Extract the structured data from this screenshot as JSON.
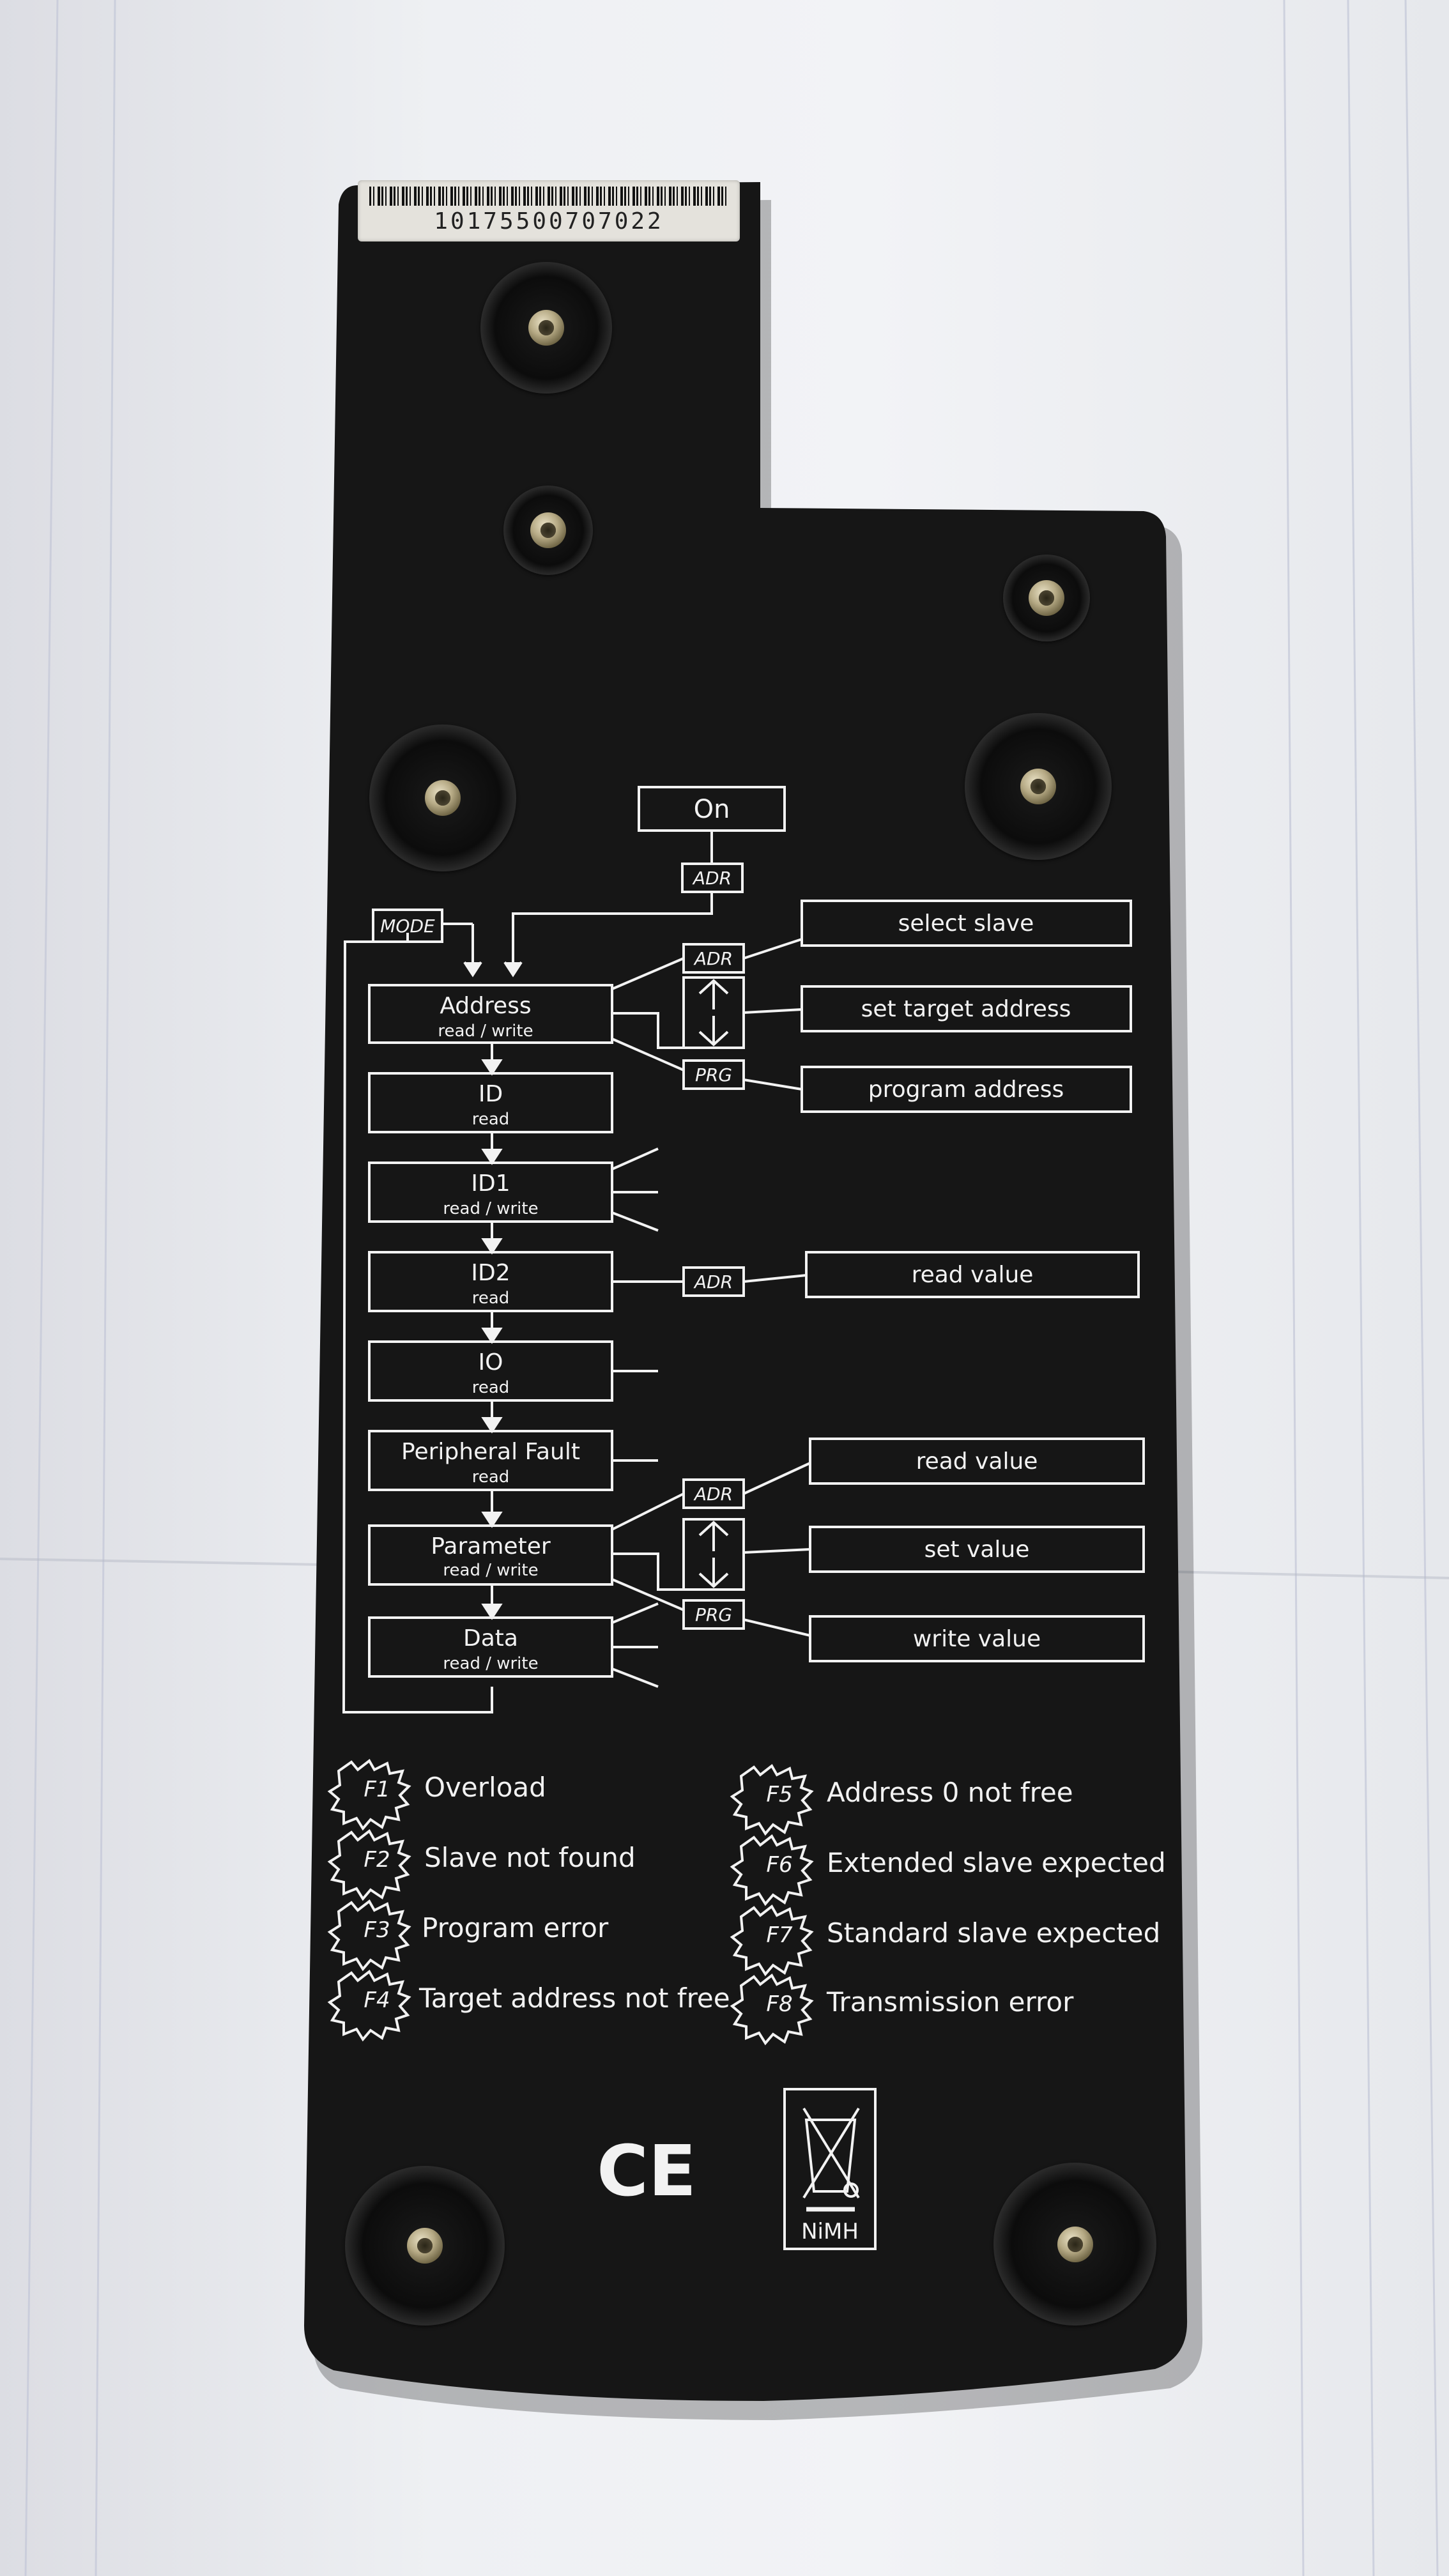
{
  "sticker": {
    "serial": "10175500707022"
  },
  "menu": {
    "top_state": "On",
    "adr_top": "ADR",
    "mode_tag": "MODE",
    "items": [
      {
        "title": "Address",
        "sub": "read / write"
      },
      {
        "title": "ID",
        "sub": "read"
      },
      {
        "title": "ID1",
        "sub": "read / write"
      },
      {
        "title": "ID2",
        "sub": "read"
      },
      {
        "title": "IO",
        "sub": "read"
      },
      {
        "title": "Peripheral Fault",
        "sub": "read"
      },
      {
        "title": "Parameter",
        "sub": "read / write"
      },
      {
        "title": "Data",
        "sub": "read / write"
      }
    ],
    "keys": {
      "adr": "ADR",
      "prg": "PRG"
    },
    "actions": {
      "select_slave": "select slave",
      "set_target_address": "set target address",
      "program_address": "program address",
      "id2_read_value": "read value",
      "param_read_value": "read value",
      "param_set_value": "set value",
      "param_write_value": "write value"
    }
  },
  "errors": [
    {
      "code": "F1",
      "text": "Overload"
    },
    {
      "code": "F2",
      "text": "Slave not found"
    },
    {
      "code": "F3",
      "text": "Program error"
    },
    {
      "code": "F4",
      "text": "Target address not free"
    },
    {
      "code": "F5",
      "text": "Address 0 not free"
    },
    {
      "code": "F6",
      "text": "Extended slave expected"
    },
    {
      "code": "F7",
      "text": "Standard slave expected"
    },
    {
      "code": "F8",
      "text": "Transmission error"
    }
  ],
  "marks": {
    "ce": "CE",
    "battery": "NiMH"
  },
  "colors": {
    "casing": "#141414",
    "print": "#f2f2f2",
    "paper": "#eef0f3"
  }
}
